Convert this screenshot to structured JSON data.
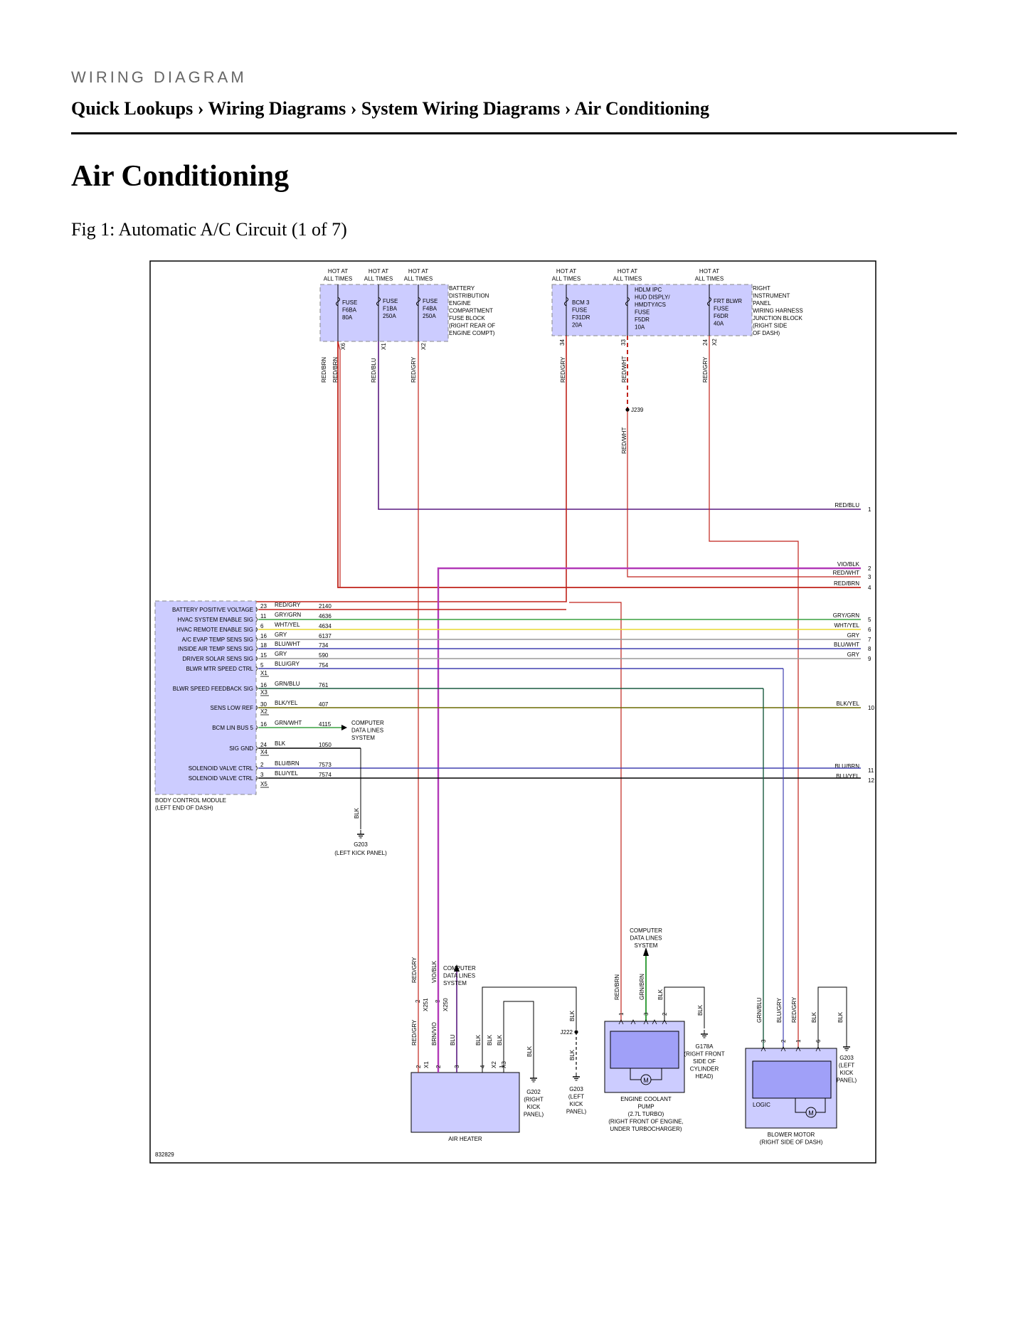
{
  "header": {
    "kicker": "WIRING DIAGRAM",
    "breadcrumb": [
      "Quick Lookups",
      "Wiring Diagrams",
      "System Wiring Diagrams",
      "Air Conditioning"
    ],
    "separator": "›"
  },
  "page_title": "Air Conditioning",
  "figure_caption": "Fig 1: Automatic A/C Circuit (1 of 7)",
  "diagram": {
    "id_code": "832829",
    "hot_label": [
      "HOT AT",
      "ALL TIMES"
    ],
    "bdf_label": [
      "BATTERY",
      "DISTRIBUTION",
      "ENGINE",
      "COMPARTMENT",
      "FUSE BLOCK",
      "(RIGHT REAR OF",
      "ENGINE COMPT)"
    ],
    "ripj_label": [
      "RIGHT",
      "INSTRUMENT",
      "PANEL",
      "WIRING HARNESS",
      "JUNCTION BLOCK",
      "(RIGHT SIDE",
      "OF DASH)"
    ],
    "fuses": [
      {
        "lines": [
          "FUSE",
          "F6BA",
          "80A"
        ],
        "pin": "X6"
      },
      {
        "lines": [
          "FUSE",
          "F1BA",
          "250A"
        ],
        "pin": "X1"
      },
      {
        "lines": [
          "FUSE",
          "F4BA",
          "250A"
        ],
        "pin": "X2"
      },
      {
        "lines": [
          "BCM 3",
          "FUSE",
          "F31DR",
          "20A"
        ],
        "pin": "34"
      },
      {
        "lines": [
          "HDLM IPC",
          "HUD DISPLY/",
          "HMDTY/ICS",
          "FUSE",
          "F5DR",
          "10A"
        ],
        "pin": "33"
      },
      {
        "lines": [
          "FRT BLWR",
          "FUSE",
          "F6DR",
          "40A"
        ],
        "pin": "24",
        "pin2": "X2"
      }
    ],
    "top_wire_labels": [
      "RED/BRN",
      "RED/BRN",
      "RED/BLU",
      "RED/GRY",
      "RED/GRY",
      "RED/WHT",
      "RED/GRY"
    ],
    "splice_j239": "J239",
    "splice_wire": "RED/WHT",
    "right_wires": [
      {
        "label": "RED/BLU",
        "num": "1"
      },
      {
        "label": "VIO/BLK",
        "num": "2"
      },
      {
        "label": "RED/WHT",
        "num": "3"
      },
      {
        "label": "RED/BRN",
        "num": "4"
      },
      {
        "label": "GRY/GRN",
        "num": "5"
      },
      {
        "label": "WHT/YEL",
        "num": "6"
      },
      {
        "label": "GRY",
        "num": "7"
      },
      {
        "label": "BLU/WHT",
        "num": "8"
      },
      {
        "label": "GRY",
        "num": "9"
      },
      {
        "label": "BLK/YEL",
        "num": "10"
      },
      {
        "label": "BLU/BRN",
        "num": "11"
      },
      {
        "label": "BLU/YEL",
        "num": "12"
      }
    ],
    "bcm": {
      "name": [
        "BODY CONTROL MODULE",
        "(LEFT END OF DASH)"
      ],
      "pins": [
        {
          "sig": "BATTERY POSITIVE VOLTAGE",
          "pin": "23",
          "color": "RED/GRY",
          "circuit": "2140"
        },
        {
          "sig": "HVAC SYSTEM ENABLE SIG",
          "pin": "11",
          "color": "GRY/GRN",
          "circuit": "4636"
        },
        {
          "sig": "HVAC REMOTE ENABLE SIG",
          "pin": "6",
          "color": "WHT/YEL",
          "circuit": "4634"
        },
        {
          "sig": "A/C EVAP TEMP SENS SIG",
          "pin": "16",
          "color": "GRY",
          "circuit": "6137"
        },
        {
          "sig": "INSIDE AIR TEMP SENS SIG",
          "pin": "18",
          "color": "BLU/WHT",
          "circuit": "734"
        },
        {
          "sig": "DRIVER SOLAR SENS SIG",
          "pin": "15",
          "color": "GRY",
          "circuit": "590"
        },
        {
          "sig": "BLWR MTR SPEED CTRL",
          "pin": "5",
          "color": "BLU/GRY",
          "circuit": "754"
        },
        {
          "sig": "BLWR SPEED FEEDBACK SIG",
          "pin": "16",
          "color": "GRN/BLU",
          "circuit": "761"
        },
        {
          "sig": "SENS LOW REF",
          "pin": "30",
          "color": "BLK/YEL",
          "circuit": "407"
        },
        {
          "sig": "BCM LIN BUS 5",
          "pin": "16",
          "color": "GRN/WHT",
          "circuit": "4115"
        },
        {
          "sig": "SIG GND",
          "pin": "24",
          "color": "BLK",
          "circuit": "1050"
        },
        {
          "sig": "SOLENOID VALVE CTRL",
          "pin": "2",
          "color": "BLU/BRN",
          "circuit": "7573"
        },
        {
          "sig": "SOLENOID VALVE CTRL",
          "pin": "3",
          "color": "BLU/YEL",
          "circuit": "7574"
        }
      ],
      "connectors": [
        "X1",
        "X3",
        "X2",
        "X4",
        "X5"
      ]
    },
    "cds_label": [
      "COMPUTER",
      "DATA LINES",
      "SYSTEM"
    ],
    "ground_blk": "BLK",
    "g203_left": [
      "G203",
      "(LEFT KICK PANEL)"
    ],
    "air_heater": {
      "name": "AIR HEATER",
      "upper_wires": [
        "RED/GRY",
        "VIO/BLK"
      ],
      "upper_conn": [
        [
          "2",
          "X251"
        ],
        [
          "8",
          "X250"
        ]
      ],
      "lower_wires": [
        "RED/GRY",
        "BRN/VIO",
        "BLU",
        "BLK",
        "BLK",
        "BLK"
      ],
      "lower_pins": [
        [
          "2",
          "X1"
        ],
        [
          "2",
          ""
        ],
        [
          "3",
          ""
        ],
        [
          "4",
          ""
        ],
        [
          "X2",
          "1"
        ],
        [
          "X3",
          ""
        ]
      ],
      "j222": "J222",
      "g202": [
        "G202",
        "(RIGHT",
        "KICK",
        "PANEL)"
      ],
      "g203": [
        "G203",
        "(LEFT",
        "KICK",
        "PANEL)"
      ]
    },
    "coolant_pump": {
      "name": [
        "ENGINE COOLANT",
        "PUMP",
        "(2.7L TURBO)",
        "(RIGHT FRONT OF ENGINE,",
        "UNDER TURBOCHARGER)"
      ],
      "wires": [
        "RED/BRN",
        "GRN/BRN",
        "BLK"
      ],
      "pins": [
        "1",
        "3",
        "2"
      ],
      "g178a": [
        "G178A",
        "(RIGHT FRONT",
        "SIDE OF",
        "CYLINDER",
        "HEAD)"
      ],
      "motor": "M"
    },
    "blower": {
      "name": [
        "BLOWER MOTOR",
        "(RIGHT SIDE OF DASH)"
      ],
      "wires": [
        "GRN/BLU",
        "BLU/GRY",
        "RED/GRY",
        "BLK",
        "BLK"
      ],
      "pins": [
        "3",
        "2",
        "1",
        "6",
        ""
      ],
      "logic": "LOGIC",
      "motor": "M",
      "g203": [
        "G203",
        "(LEFT",
        "KICK",
        "PANEL)"
      ]
    }
  },
  "colors": {
    "red": "#c0221a",
    "purple_bright": "#b23ab8",
    "purple_dark": "#5a1a80",
    "green": "#3aa040",
    "gray": "#999999",
    "yellow": "#e8d830",
    "blue": "#4040b0",
    "fill": "#ccccff"
  }
}
